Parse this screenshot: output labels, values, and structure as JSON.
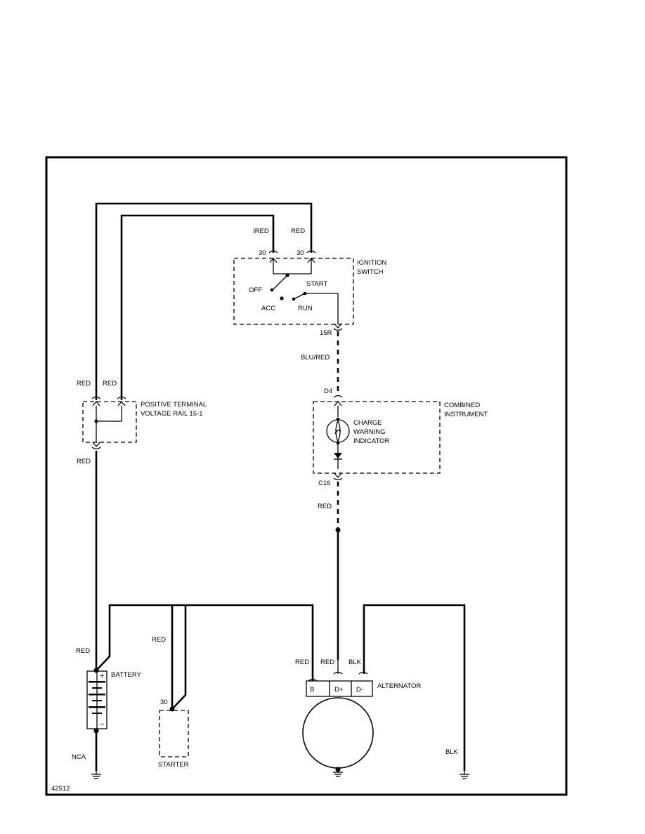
{
  "diagram_id": "42512",
  "components": {
    "ignition_switch": {
      "name_line1": "IGNITION",
      "name_line2": "SWITCH",
      "pin_a": "30",
      "pin_b": "30",
      "pin_out": "15R",
      "pos_off": "OFF",
      "pos_acc": "ACC",
      "pos_start": "START",
      "pos_run": "RUN"
    },
    "voltage_rail": {
      "name_line1": "POSITIVE TERMINAL",
      "name_line2": "VOLTAGE RAIL 15-1"
    },
    "combined_instrument": {
      "name_line1": "COMBINED",
      "name_line2": "INSTRUMENT",
      "pin_in": "D4",
      "pin_out": "C16"
    },
    "charge_indicator": {
      "line1": "CHARGE",
      "line2": "WARNING",
      "line3": "INDICATOR"
    },
    "battery": {
      "name": "BATTERY",
      "plus": "+",
      "minus": "−"
    },
    "starter": {
      "name": "STARTER",
      "pin": "30"
    },
    "alternator": {
      "name": "ALTERNATOR",
      "pin_b": "B",
      "pin_dplus": "D+",
      "pin_dminus": "D-"
    }
  },
  "wires": {
    "ign_in_a": "IRED",
    "ign_in_b": "RED",
    "ign_to_inst": "BLU/RED",
    "rail_in_a": "RED",
    "rail_in_b": "RED",
    "rail_out": "RED",
    "inst_to_alt": "RED",
    "battery_pos": "RED",
    "battery_ground": "NCA",
    "starter_feed": "RED",
    "alt_b": "RED",
    "alt_dplus": "RED",
    "alt_dminus": "BLK",
    "alt_ground": "BLK"
  }
}
